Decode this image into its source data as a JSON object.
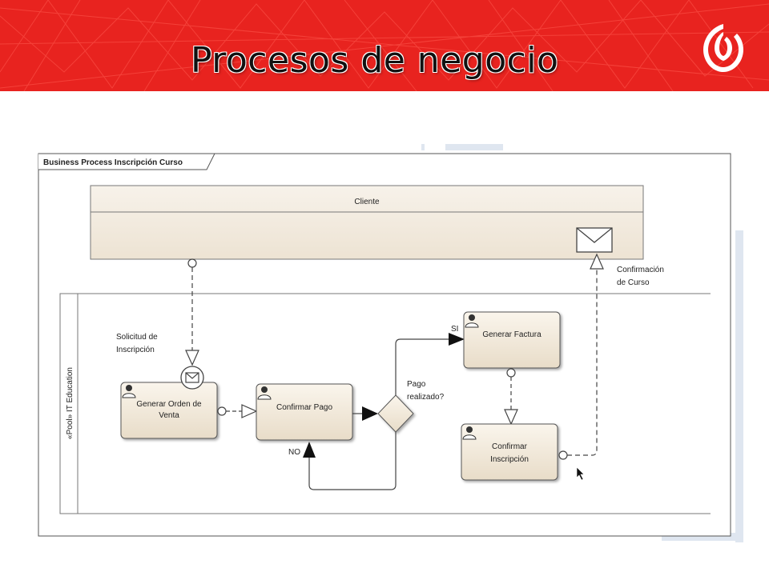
{
  "slide": {
    "title": "Procesos de negocio"
  },
  "diagram": {
    "frame_title": "Business Process Inscripción Curso",
    "pool_client": "Cliente",
    "pool_it_line1": "«Pool» IT Education",
    "tasks": {
      "generar_orden_l1": "Generar Orden de",
      "generar_orden_l2": "Venta",
      "confirmar_pago": "Confirmar Pago",
      "generar_factura": "Generar Factura",
      "confirmar_insc_l1": "Confirmar",
      "confirmar_insc_l2": "Inscripción"
    },
    "gateway": {
      "label_l1": "Pago",
      "label_l2": "realizado?",
      "yes": "SI",
      "no": "NO"
    },
    "messages": {
      "solicitud_l1": "Solicitud de",
      "solicitud_l2": "Inscripción",
      "confirmacion_l1": "Confirmación",
      "confirmacion_l2": "de Curso"
    }
  },
  "colors": {
    "banner": "#e8231f",
    "task_fill": "#f1e7d6",
    "pool_fill": "#f4ede2"
  }
}
